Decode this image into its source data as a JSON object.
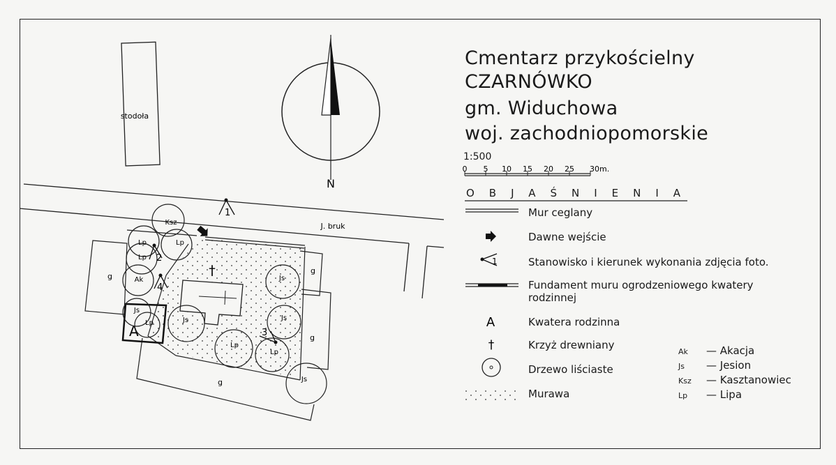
{
  "title": {
    "line1": "Cmentarz przykościelny",
    "line2": "CZARNÓWKO",
    "line3": "gm. Widuchowa",
    "line4": "woj. zachodniopomorskie"
  },
  "scale": {
    "ratio": "1:500",
    "ticks": [
      "0",
      "5",
      "10",
      "15",
      "20",
      "25",
      "30m."
    ]
  },
  "north_label": "N",
  "legend": {
    "heading": "OBJAŚNIENIA",
    "items": [
      {
        "id": "wall",
        "label": "Mur ceglany"
      },
      {
        "id": "entrance",
        "label": "Dawne wejście"
      },
      {
        "id": "photo",
        "label": "Stanowisko i kierunek wykonania zdjęcia foto.",
        "symbol_num": "1"
      },
      {
        "id": "foundation",
        "label": "Fundament muru ogrodzeniowego kwatery",
        "label2": "rodzinnej"
      },
      {
        "id": "family",
        "label": "Kwatera rodzinna",
        "symbol": "A"
      },
      {
        "id": "cross",
        "label": "Krzyż drewniany",
        "symbol": "†"
      },
      {
        "id": "tree",
        "label": "Drzewo liściaste"
      },
      {
        "id": "grass",
        "label": "Murawa"
      }
    ]
  },
  "species": [
    {
      "code": "Ak",
      "name": "— Akacja"
    },
    {
      "code": "Js",
      "name": "— Jesion"
    },
    {
      "code": "Ksz",
      "name": "— Kasztanowiec"
    },
    {
      "code": "Lp",
      "name": "— Lipa"
    }
  ],
  "map": {
    "barn": "stodoła",
    "road": "J. bruk",
    "plot": "g",
    "photo_points": [
      "1",
      "2",
      "3",
      "4"
    ],
    "family_plot": "A",
    "cross": "†",
    "trees": [
      "Ksz",
      "Lp",
      "Lp",
      "Lp",
      "Ak",
      "Js",
      "Lp",
      "Js",
      "Js",
      "Js",
      "Lp",
      "Lp",
      "Js"
    ]
  }
}
